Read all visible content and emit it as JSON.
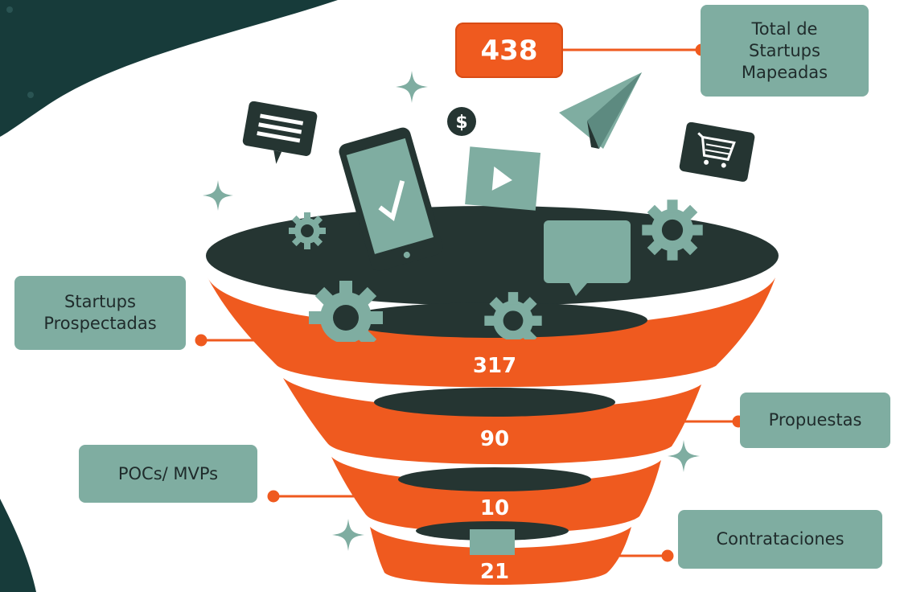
{
  "total": {
    "value": "438",
    "label_lines": [
      "Total de",
      "Startups",
      "Mapeadas"
    ]
  },
  "stages": [
    {
      "label_lines": [
        "Startups",
        "Prospectadas"
      ],
      "value": "317"
    },
    {
      "label_lines": [
        "Propuestas"
      ],
      "value": "90"
    },
    {
      "label_lines": [
        "POCs/ MVPs"
      ],
      "value": "10"
    },
    {
      "label_lines": [
        "Contrataciones"
      ],
      "value": "21"
    }
  ],
  "colors": {
    "orange": "#ef5a1f",
    "dark": "#253532",
    "teal": "#7fada1",
    "bg_dark": "#173b3a"
  },
  "icons": [
    "message-icon",
    "dollar-icon",
    "paper-plane-icon",
    "cart-icon",
    "smartphone-check-icon",
    "video-play-icon",
    "chat-bubble-icon",
    "gear-icon",
    "sparkle-icon"
  ]
}
